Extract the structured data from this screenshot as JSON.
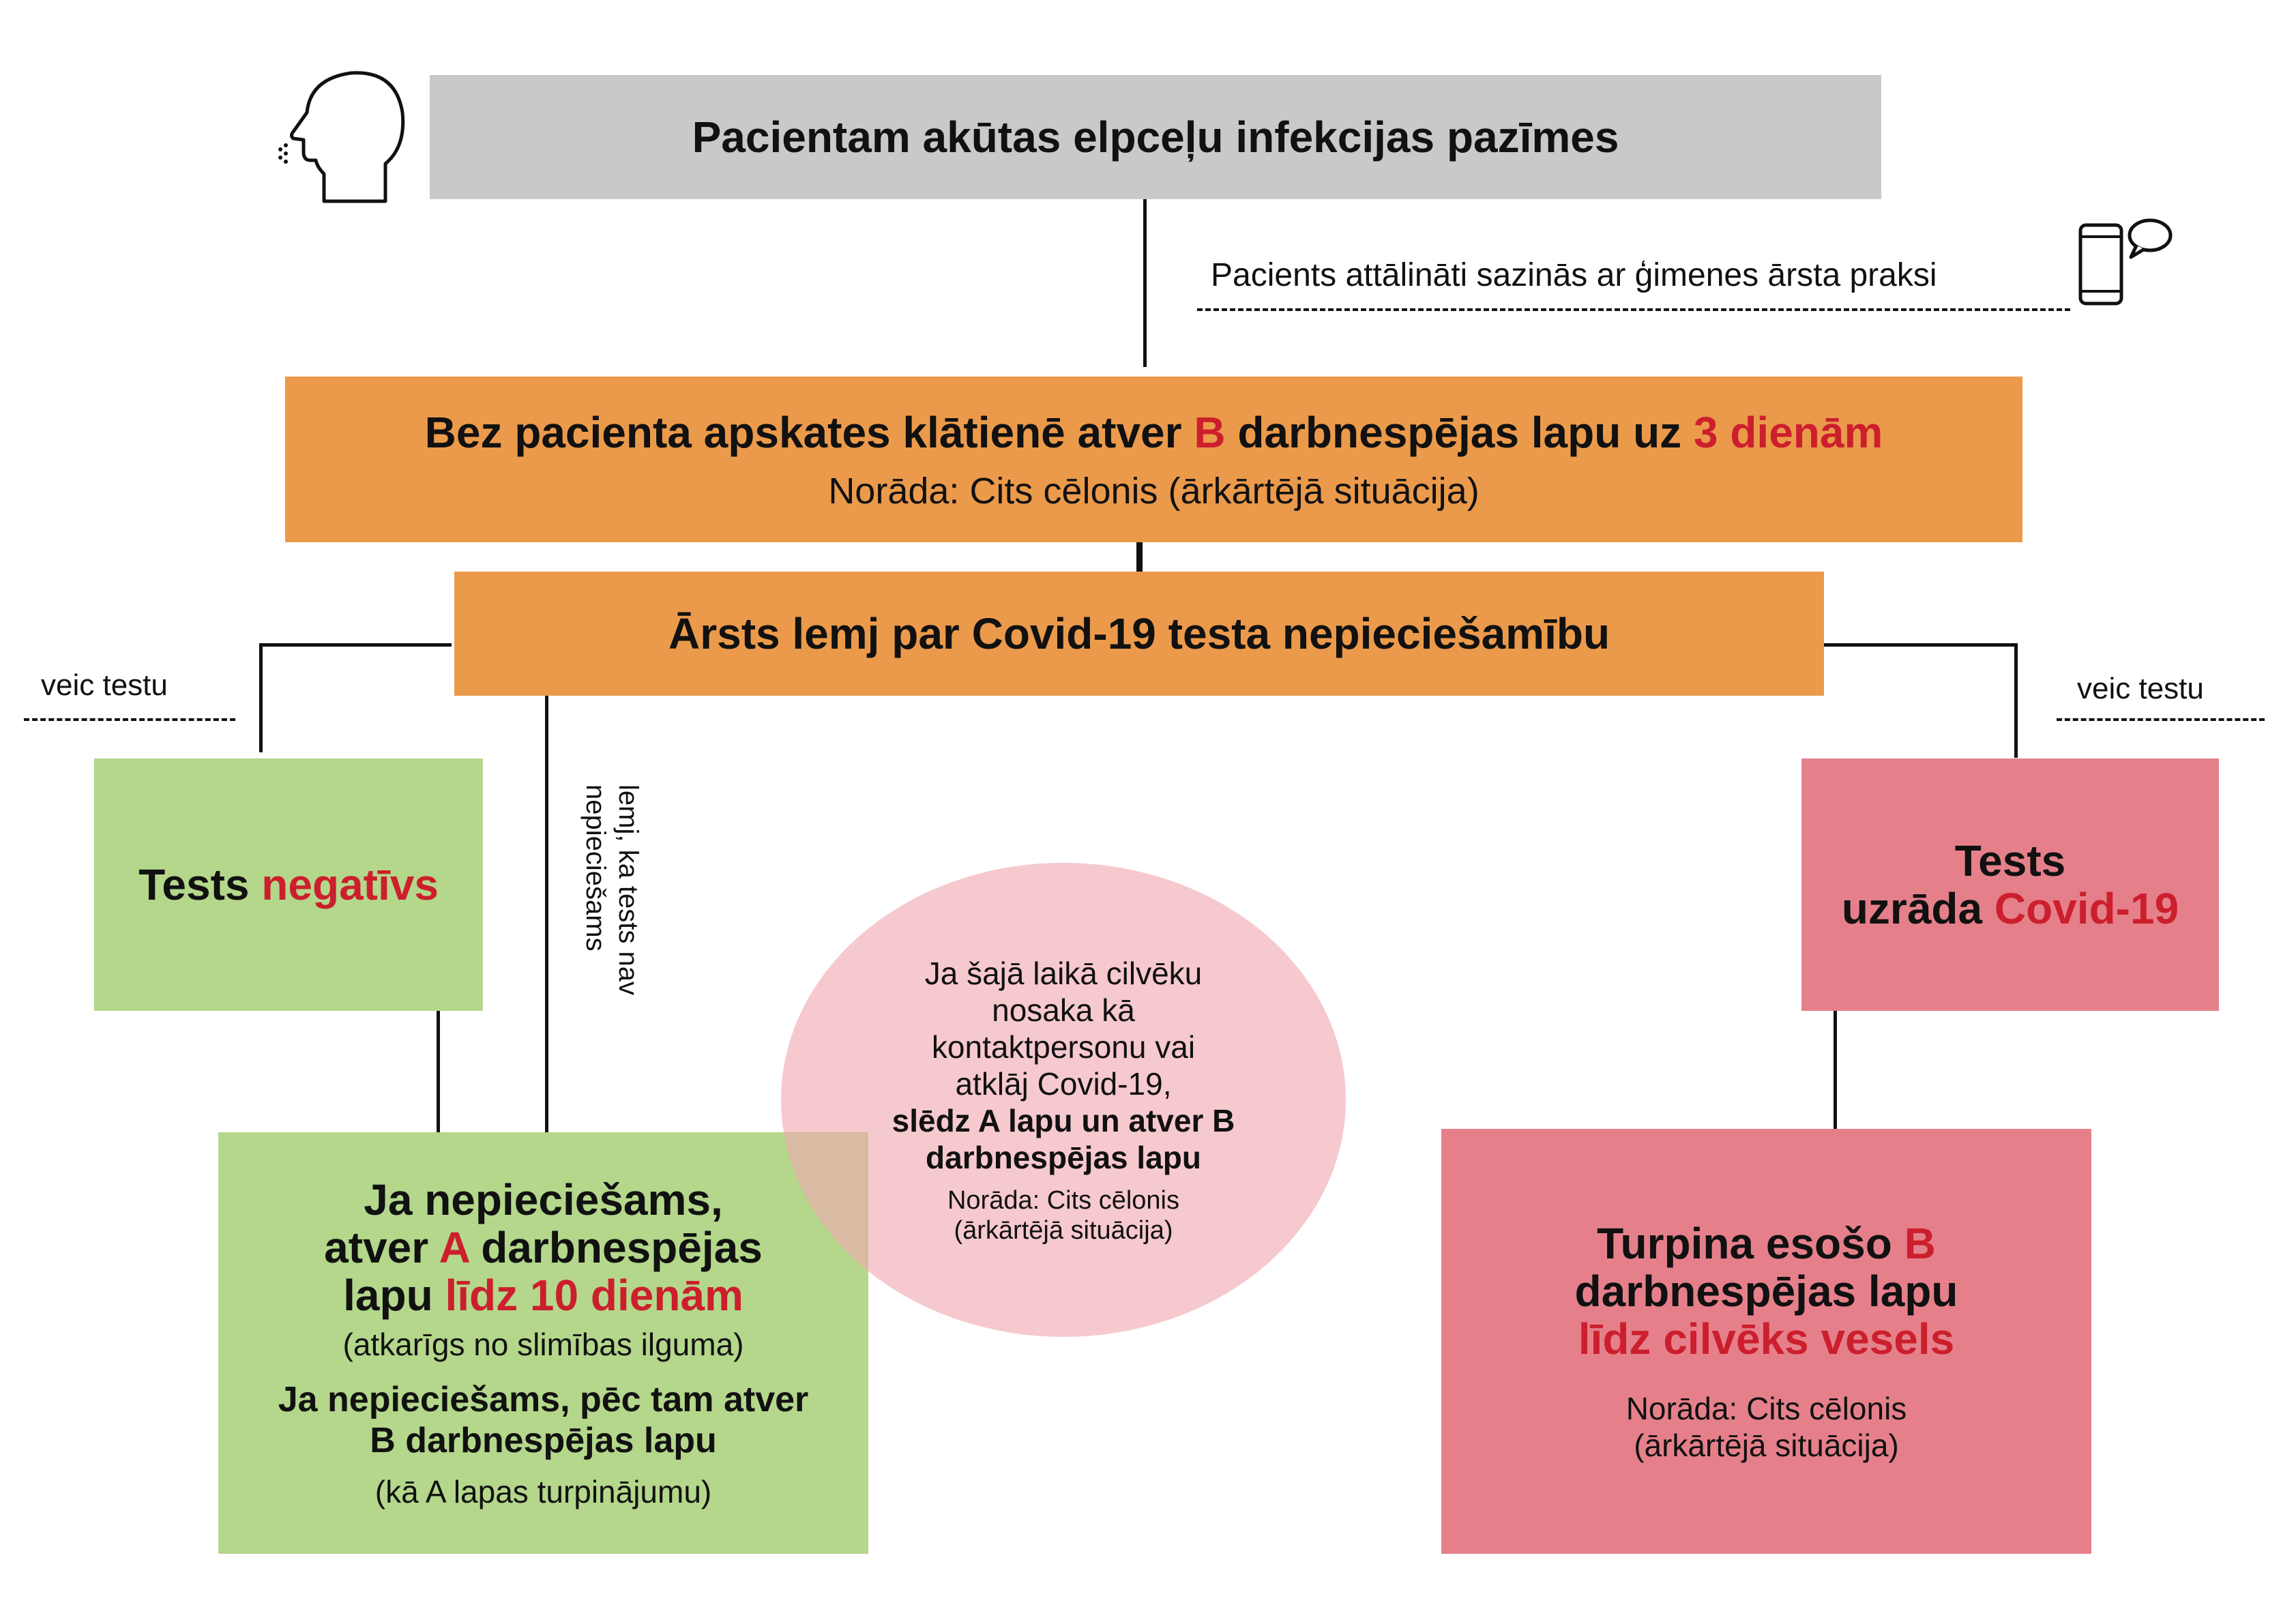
{
  "colors": {
    "grey": "#c9c9c9",
    "orange": "#eb9a4b",
    "green": "#b4d78b",
    "pink": "#e5808b",
    "ellipse": "#f5c8cd",
    "red_text": "#cc1f2d"
  },
  "icons": {
    "head": "head-profile-icon",
    "phone": "smartphone-chat-icon"
  },
  "top": {
    "title": "Pacientam akūtas elpceļu infekcijas pazīmes"
  },
  "remote": {
    "label": "Pacients attālināti sazinās ar ģimenes ārsta praksi"
  },
  "b_sheet": {
    "p1": "Bez pacienta apskates klātienē atver ",
    "p2": "B",
    "p3": " darbnespējas lapu uz ",
    "p4": "3 dienām",
    "note": "Norāda: Cits cēlonis (ārkārtējā situācija)"
  },
  "decision": {
    "title": "Ārsts lemj par Covid-19 testa nepieciešamību"
  },
  "left_label": "veic testu",
  "right_label": "veic testu",
  "vertical_label": {
    "line1": "lemj, ka tests nav",
    "line2": "nepieciešams"
  },
  "neg": {
    "p1": "Tests ",
    "p2": "negatīvs"
  },
  "pos": {
    "l1": "Tests",
    "l2a": "uzrāda ",
    "l2b": "Covid-19"
  },
  "a_sheet": {
    "l1": "Ja nepieciešams,",
    "l2a": "atver ",
    "l2b": "A",
    "l2c": " darbnespējas",
    "l3a": "lapu ",
    "l3b": "līdz 10 dienām",
    "l4": "(atkarīgs no slimības ilguma)",
    "l5": "Ja nepieciešams, pēc tam atver",
    "l6": "B darbnespējas lapu",
    "l7": "(kā A lapas turpinājumu)"
  },
  "ellipse": {
    "l1": "Ja šajā laikā cilvēku",
    "l2": "nosaka kā",
    "l3": "kontaktpersonu vai",
    "l4": "atklāj Covid-19,",
    "l5": "slēdz A lapu un atver B",
    "l6": "darbnespējas lapu",
    "l7": "Norāda: Cits cēlonis",
    "l8": "(ārkārtējā situācija)"
  },
  "continue": {
    "l1a": "Turpina esošo ",
    "l1b": "B",
    "l2": "darbnespējas lapu",
    "l3": "līdz cilvēks vesels",
    "l4": "Norāda: Cits cēlonis",
    "l5": "(ārkārtējā situācija)"
  }
}
